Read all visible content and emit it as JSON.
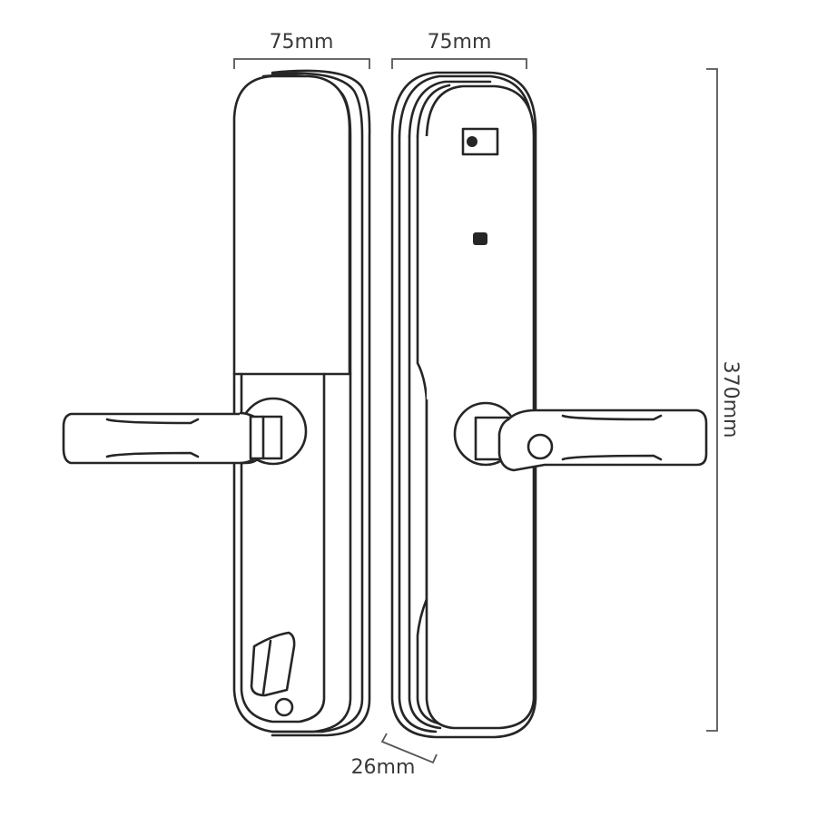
{
  "dimensions": {
    "front_width": "75mm",
    "back_width": "75mm",
    "height": "370mm",
    "thickness": "26mm"
  },
  "colors": {
    "line": "#262626",
    "dimension": "#555555",
    "background": "#ffffff"
  }
}
